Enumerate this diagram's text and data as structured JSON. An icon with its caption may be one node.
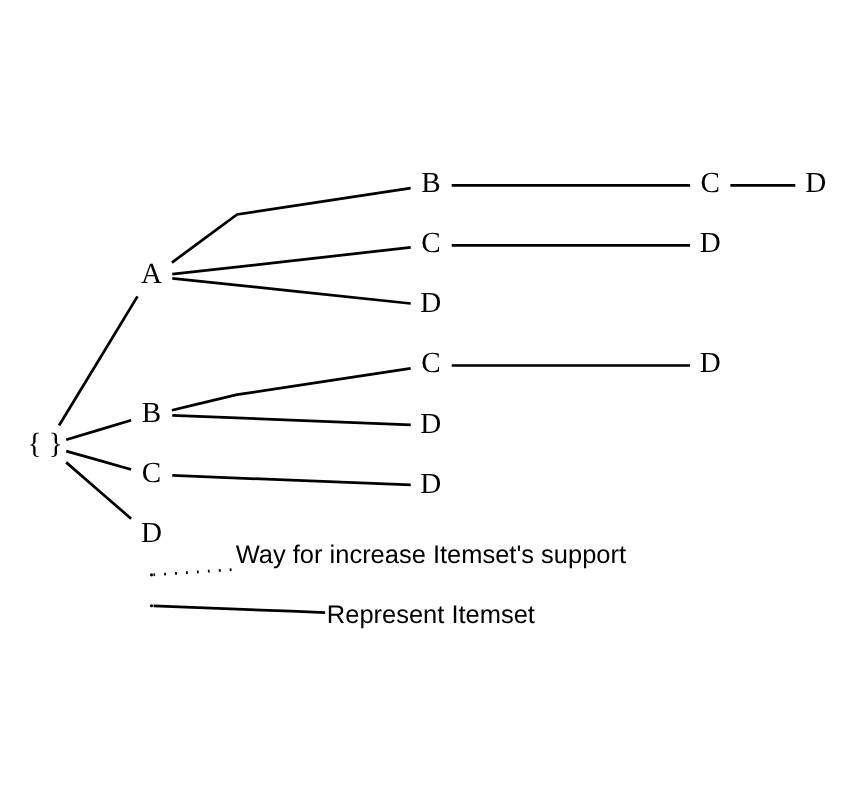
{
  "diagram": {
    "nodes": [
      {
        "text": [
          "{ }"
        ]
      },
      {
        "text": [
          "A"
        ]
      },
      {
        "text": [
          "B"
        ]
      },
      {
        "text": [
          "C"
        ]
      },
      {
        "text": [
          "D"
        ]
      },
      {
        "text": [
          "C"
        ]
      },
      {
        "text": [
          "D"
        ]
      },
      {
        "text": [
          "D"
        ]
      },
      {
        "text": [
          "B"
        ]
      },
      {
        "text": [
          "C"
        ]
      },
      {
        "text": [
          "D"
        ]
      },
      {
        "text": [
          "D"
        ]
      },
      {
        "text": [
          "C"
        ]
      },
      {
        "text": [
          "D"
        ]
      },
      {
        "text": [
          "D"
        ]
      }
    ],
    "edges": [
      {
        "from": 0,
        "to": 1,
        "arrow": "none"
      },
      {
        "from": 1,
        "to": 2,
        "arrow": "none"
      },
      {
        "from": 2,
        "to": 3,
        "arrow": "none"
      },
      {
        "from": 3,
        "to": 4,
        "arrow": "none"
      },
      {
        "from": 1,
        "to": 5,
        "arrow": "none"
      },
      {
        "from": 5,
        "to": 6,
        "arrow": "none"
      },
      {
        "from": 1,
        "to": 7,
        "arrow": "none"
      },
      {
        "from": 0,
        "to": 8,
        "arrow": "none"
      },
      {
        "from": 8,
        "to": 9,
        "arrow": "none"
      },
      {
        "from": 9,
        "to": 10,
        "arrow": "none"
      },
      {
        "from": 8,
        "to": 11,
        "arrow": "none"
      },
      {
        "from": 0,
        "to": 12,
        "arrow": "none"
      },
      {
        "from": 12,
        "to": 13,
        "arrow": "none"
      },
      {
        "from": 0,
        "to": 14,
        "arrow": "none"
      }
    ],
    "legend": [
      {
        "text": "Way for increase Itemset's support"
      },
      {
        "text": "Represent Itemset"
      }
    ]
  }
}
